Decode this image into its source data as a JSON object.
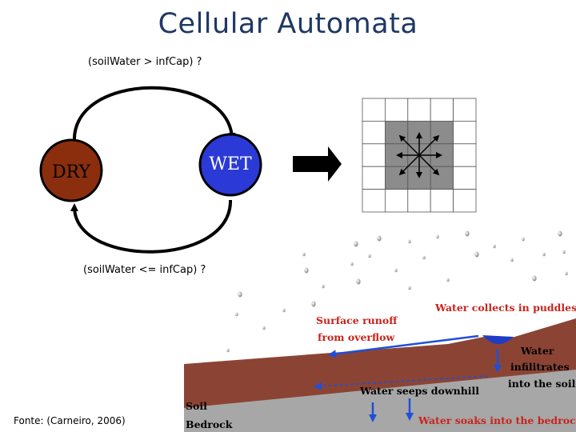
{
  "title": "Cellular Automata",
  "state_diagram": {
    "states": [
      "DRY",
      "WET"
    ],
    "colors": {
      "dry": "#8b2e0d",
      "wet": "#2b3ad6"
    },
    "transition_to_wet": "(soilWater > infCap) ?",
    "transition_to_dry": "(soilWater <= infCap) ?"
  },
  "grid": {
    "rows": 5,
    "cols": 5,
    "highlight_color": "#8c8c8c"
  },
  "illustration": {
    "labels": {
      "surface_runoff_1": "Surface runoff",
      "surface_runoff_2": "from overflow",
      "puddles": "Water collects in puddles",
      "infiltrates_1": "Water",
      "infiltrates_2": "infilitrates",
      "infiltrates_3": "into the soil",
      "seeps": "Water seeps downhill",
      "soil": "Soil",
      "bedrock": "Bedrock",
      "bedrock_soak": "Water soaks into the bedrock"
    },
    "colors": {
      "soil": "#8b4434",
      "bedrock": "#a7a7a7",
      "label_red": "#c8241c",
      "arrow_blue": "#1f4fd8"
    }
  },
  "source": "Fonte: (Carneiro, 2006)"
}
